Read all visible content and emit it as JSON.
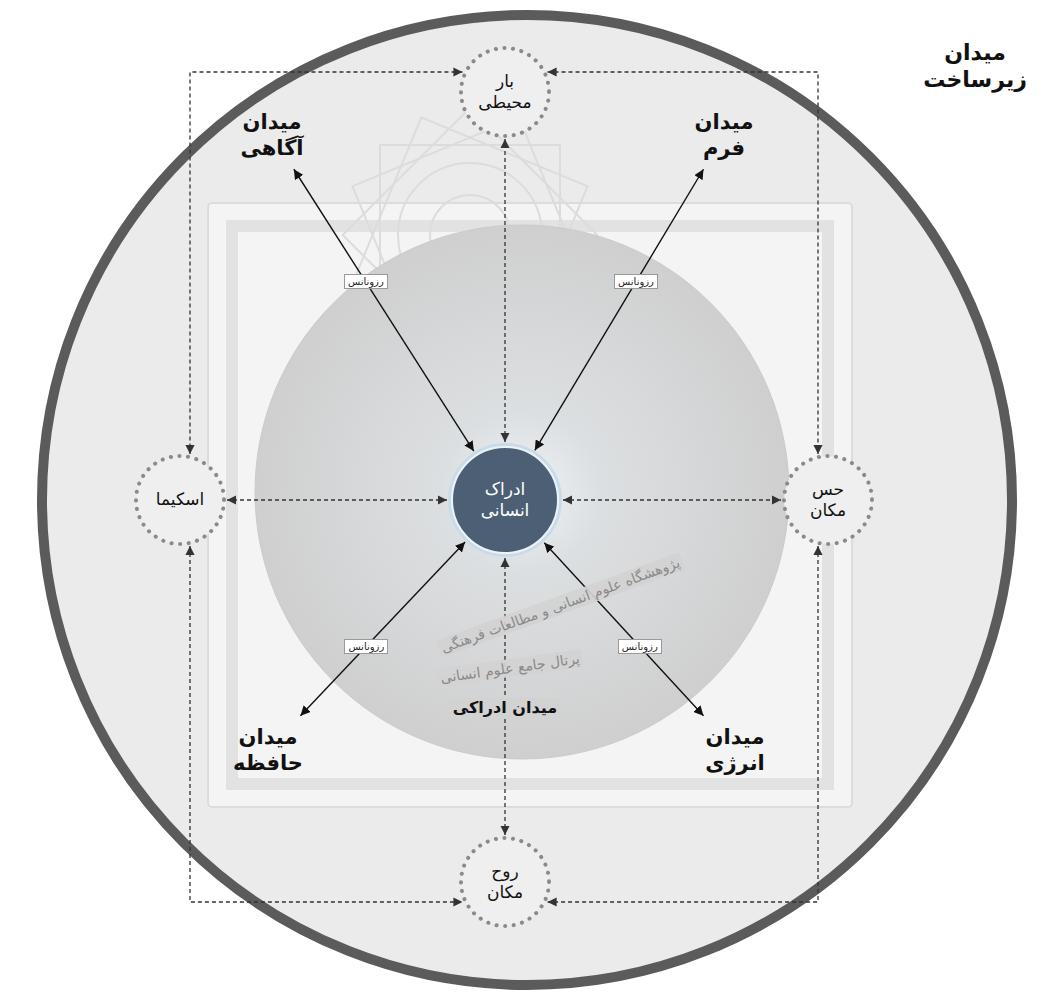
{
  "diagram": {
    "nodes": [
      {
        "text": [
          "میدان زیرساخت"
        ]
      },
      {
        "text": [
          "بار محیطی"
        ],
        "in": 0
      },
      {
        "text": [
          "میدان آگاهی"
        ],
        "in": 0
      },
      {
        "text": [
          "میدان فرم"
        ],
        "in": 0
      },
      {
        "text": [
          "اسکیما"
        ],
        "in": 0
      },
      {
        "text": [
          "میدان ادراکی"
        ],
        "in": 0
      },
      {
        "text": [
          "ادراک انسانی"
        ],
        "in": 5
      },
      {
        "text": [
          "حس مکان"
        ],
        "in": 0
      },
      {
        "text": [
          "میدان حافظه"
        ],
        "in": 0
      },
      {
        "text": [
          "میدان انرژی"
        ],
        "in": 0
      },
      {
        "text": [
          "روح مکان"
        ],
        "in": 0
      }
    ],
    "edges": [
      {
        "from": 6,
        "to": 2,
        "label": "رزونانس",
        "arrow": "both"
      },
      {
        "from": 6,
        "to": 3,
        "label": "رزونانس",
        "arrow": "both"
      },
      {
        "from": 6,
        "to": 8,
        "label": "رزونانس",
        "arrow": "both"
      },
      {
        "from": 6,
        "to": 9,
        "label": "رزونانس",
        "arrow": "both"
      },
      {
        "from": 6,
        "to": 1,
        "arrow": "both"
      },
      {
        "from": 6,
        "to": 4,
        "arrow": "both"
      },
      {
        "from": 6,
        "to": 7,
        "arrow": "both"
      },
      {
        "from": 6,
        "to": 10,
        "arrow": "both"
      },
      {
        "from": 1,
        "to": 4,
        "arrow": "both"
      },
      {
        "from": 1,
        "to": 7,
        "arrow": "both"
      },
      {
        "from": 4,
        "to": 10,
        "arrow": "both"
      },
      {
        "from": 7,
        "to": 10,
        "arrow": "both"
      }
    ],
    "labels": [
      "پژوهشگاه علوم انسانی و مطالعات فرهنگی",
      "پرتال جامع علوم انسانی"
    ]
  }
}
